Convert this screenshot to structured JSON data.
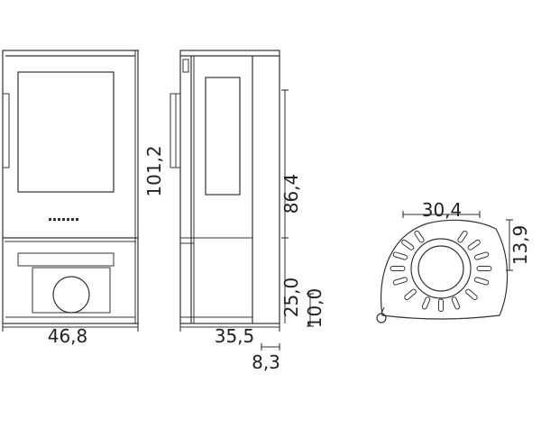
{
  "diagram": {
    "front_view": {
      "height": "101,2",
      "width": "46,8"
    },
    "side_view": {
      "height_top": "86,4",
      "ash_height": "25,0",
      "leg_height": "10,0",
      "depth": "35,5",
      "offset": "8,3"
    },
    "top_view": {
      "width": "30,4",
      "depth": "13,9"
    },
    "colors": {
      "line": "#333333",
      "background": "#ffffff",
      "text": "#222222"
    }
  }
}
